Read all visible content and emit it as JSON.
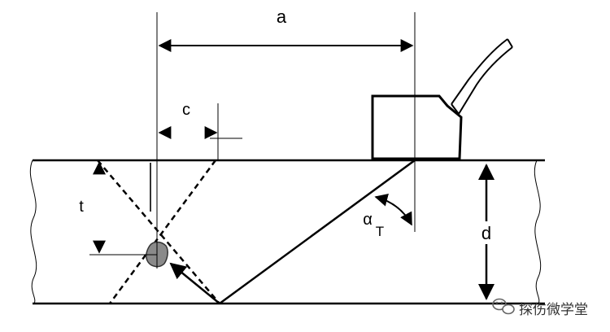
{
  "labels": {
    "a": "a",
    "c": "c",
    "t": "t",
    "d": "d",
    "alpha": "α",
    "alpha_subscript": "T"
  },
  "icons": {
    "transducer": "angle-beam-probe-icon",
    "defect": "defect-blob-icon",
    "watermark": "wechat-icon"
  },
  "watermark": {
    "text": "探伤微学堂"
  },
  "colors": {
    "line": "#000000",
    "defect": "#8a8a8a",
    "background": "#ffffff"
  }
}
